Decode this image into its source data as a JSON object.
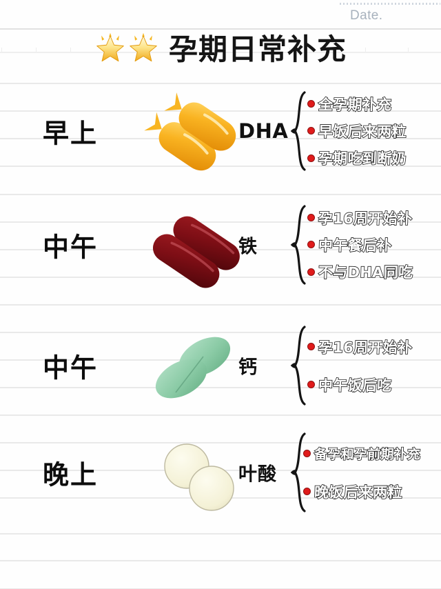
{
  "page": {
    "date_label": "Date.",
    "title": "孕期日常补充",
    "title_stars": [
      "glowing-star",
      "glowing-star"
    ]
  },
  "colors": {
    "bullet_red": "#e01b1b",
    "rule_line": "#e9e9e9",
    "date_text": "#a8b2bd",
    "dha_capsule": "#f5ab12",
    "iron_capsule": "#7e0f16",
    "calcium_tablet": "#8fcdaa",
    "folic_tablet": "#f6f4dc",
    "heading_text": "#0d0d0d"
  },
  "rows": [
    {
      "time": "早上",
      "supplement": "DHA",
      "supplement_is_latin": true,
      "pill_icon": "dha-fish-softgel-capsules",
      "notes": [
        "全孕期补充",
        "早饭后来两粒",
        "孕期吃到断奶"
      ]
    },
    {
      "time": "中午",
      "supplement": "铁",
      "supplement_is_latin": false,
      "pill_icon": "iron-red-capsules",
      "notes": [
        "孕16周开始补",
        "中午餐后补",
        "不与DHA同吃"
      ]
    },
    {
      "time": "中午",
      "supplement": "钙",
      "supplement_is_latin": false,
      "pill_icon": "calcium-green-oval-tablets",
      "notes": [
        "孕16周开始补",
        "中午饭后吃"
      ]
    },
    {
      "time": "晚上",
      "supplement": "叶酸",
      "supplement_is_latin": false,
      "pill_icon": "folic-acid-round-tablets",
      "notes": [
        "备孕和孕前期补充",
        "晚饭后来两粒"
      ]
    }
  ],
  "rule_lines_y": [
    41,
    75,
    120,
    160,
    200,
    240,
    281,
    321,
    361,
    401,
    441,
    481,
    521,
    561,
    601,
    641,
    681,
    721,
    773,
    812,
    853
  ]
}
